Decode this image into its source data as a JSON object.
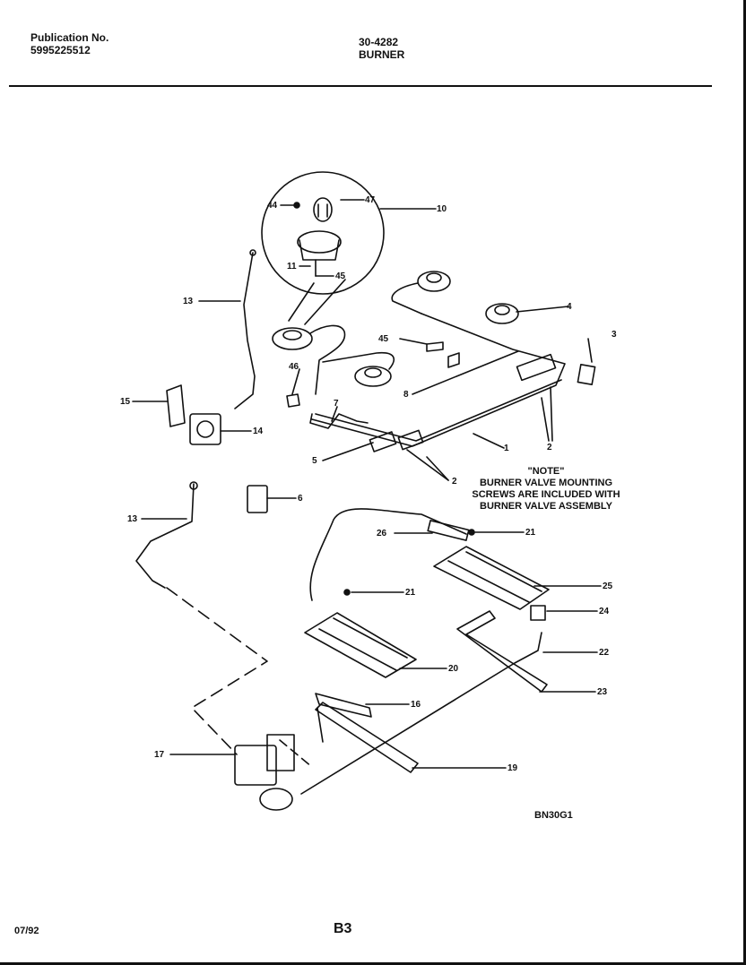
{
  "header": {
    "publication_label": "Publication No.",
    "publication_number": "5995225512",
    "section_code": "30-4282",
    "section_title": "BURNER"
  },
  "note": {
    "title": "\"NOTE\"",
    "line1": "BURNER VALVE MOUNTING",
    "line2": "SCREWS ARE INCLUDED WITH",
    "line3": "BURNER VALVE ASSEMBLY"
  },
  "diagram_code": "BN30G1",
  "footer": {
    "date": "07/92",
    "page": "B3"
  },
  "callouts": {
    "c44": "44",
    "c47": "47",
    "c10": "10",
    "c11": "11",
    "c45a": "45",
    "c13a": "13",
    "c4": "4",
    "c3": "3",
    "c45b": "45",
    "c46": "46",
    "c8": "8",
    "c15": "15",
    "c14": "14",
    "c7": "7",
    "c1": "1",
    "c2a": "2",
    "c5": "5",
    "c2b": "2",
    "c6": "6",
    "c13b": "13",
    "c26": "26",
    "c21a": "21",
    "c25": "25",
    "c21b": "21",
    "c24": "24",
    "c22": "22",
    "c20": "20",
    "c23": "23",
    "c16": "16",
    "c17": "17",
    "c19": "19"
  }
}
